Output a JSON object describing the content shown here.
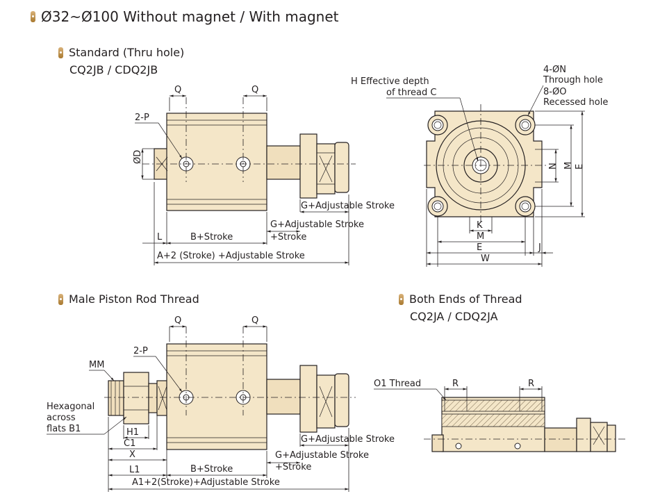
{
  "headings": {
    "main": "Ø32~Ø100 Without magnet / With magnet",
    "standard": "Standard (Thru hole)",
    "standard_models": "CQ2JB / CDQ2JB",
    "male": "Male Piston Rod Thread",
    "both_ends": "Both Ends of Thread",
    "both_ends_models": "CQ2JA / CDQ2JA"
  },
  "top_left": {
    "q_left": "Q",
    "q_right": "Q",
    "p": "2-P",
    "d": "ØD",
    "g1": "G+Adjustable Stroke",
    "g2": "G+Adjustable Stroke",
    "g2b": "+Stroke",
    "l": "L",
    "b": "B+Stroke",
    "a": "A+2 (Stroke) +Adjustable Stroke"
  },
  "top_right": {
    "h1": "H Effective depth",
    "h2": "of thread C",
    "n1": "4-ØN",
    "n2": "Through hole",
    "o1": "8-ØO",
    "o2": "Recessed hole",
    "n": "N",
    "m_v": "M",
    "e_v": "E",
    "k": "K",
    "m_h": "M",
    "e_h": "E",
    "j": "J",
    "w": "W"
  },
  "bottom_left": {
    "q_left": "Q",
    "q_right": "Q",
    "p": "2-P",
    "mm": "MM",
    "hex1": "Hexagonal",
    "hex2": "across",
    "hex3": "flats B1",
    "h1": "H1",
    "c1": "C1",
    "x": "X",
    "l1": "L1",
    "b": "B+Stroke",
    "g1": "G+Adjustable Stroke",
    "g2": "G+Adjustable Stroke",
    "g2b": "+Stroke",
    "a1": "A1+2(Stroke)+Adjustable Stroke"
  },
  "bottom_right": {
    "o1": "O1 Thread",
    "r_left": "R",
    "r_right": "R"
  },
  "colors": {
    "body": "#f4e6c8",
    "bullet": "#c0914a",
    "ink": "#231f20"
  }
}
